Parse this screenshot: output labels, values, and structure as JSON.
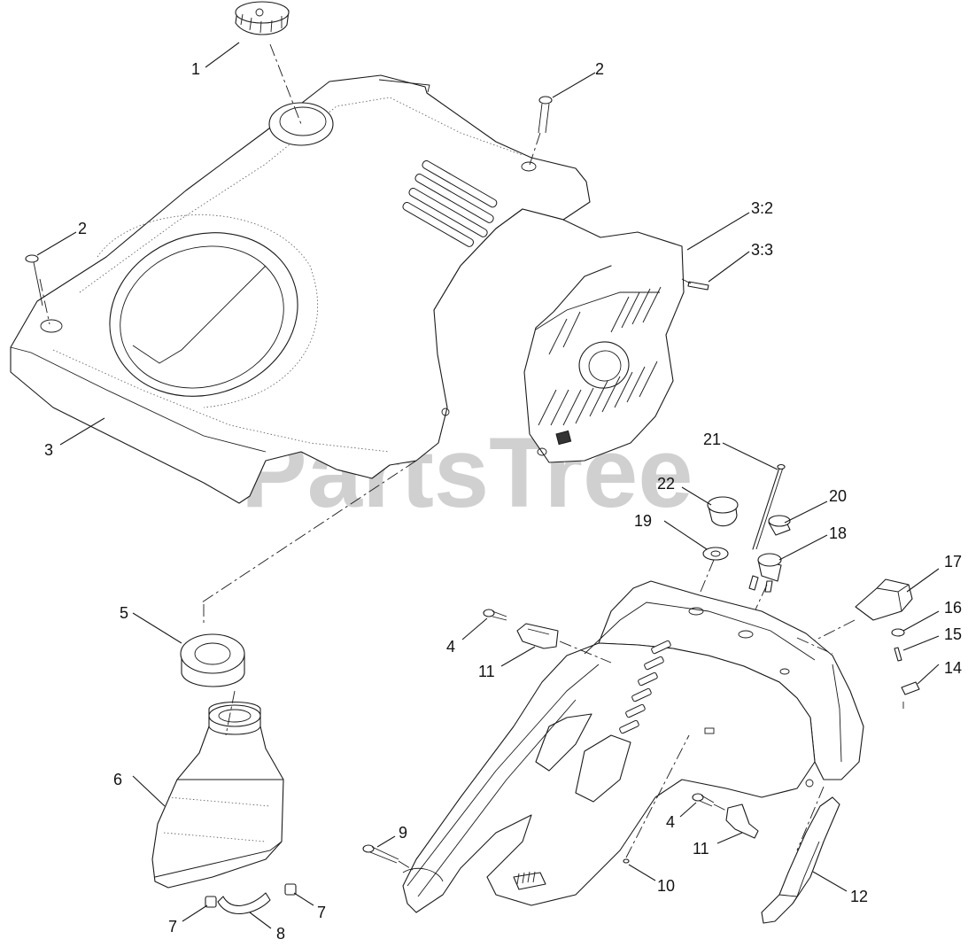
{
  "watermark": "PartsTree",
  "callouts": {
    "c1": "1",
    "c2a": "2",
    "c2b": "2",
    "c3": "3",
    "c3_2": "3:2",
    "c3_3": "3:3",
    "c4a": "4",
    "c4b": "4",
    "c5": "5",
    "c6": "6",
    "c7a": "7",
    "c7b": "7",
    "c8": "8",
    "c9": "9",
    "c10": "10",
    "c11a": "11",
    "c11b": "11",
    "c12": "12",
    "c14": "14",
    "c15": "15",
    "c16": "16",
    "c17": "17",
    "c18": "18",
    "c19": "19",
    "c20": "20",
    "c21": "21",
    "c22": "22"
  }
}
